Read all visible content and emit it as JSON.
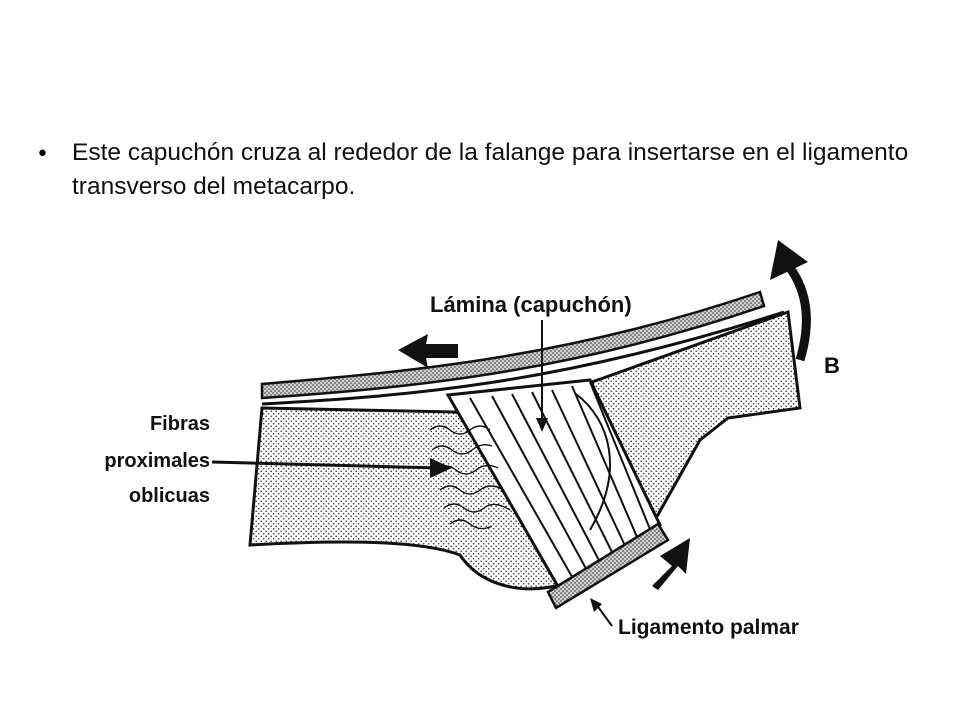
{
  "slide": {
    "bullet_text": "Este capuchón cruza al rededor de la falange para insertarse en el ligamento transverso del metacarpo."
  },
  "figure": {
    "labels": {
      "lamina": "Lámina (capuchón)",
      "fibras_1": "Fibras",
      "fibras_2": "proximales",
      "fibras_3": "oblicuas",
      "b": "B",
      "ligamento": "Ligamento palmar"
    }
  }
}
